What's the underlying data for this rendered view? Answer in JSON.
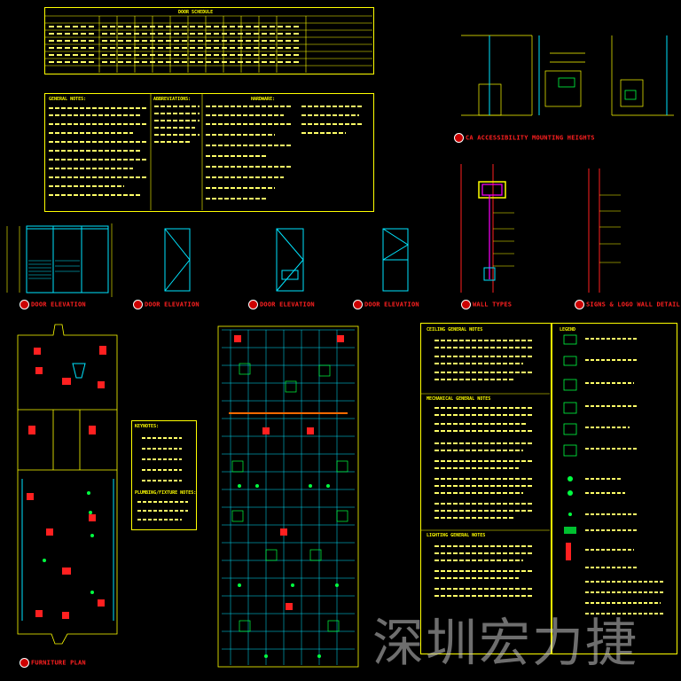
{
  "sheet": {
    "door_schedule_title": "DOOR SCHEDULE",
    "general_notes_title": "GENERAL NOTES:",
    "abbreviations_title": "ABBREVIATIONS:",
    "hardware_title": "HARDWARE:",
    "ada_title": "CA ACCESSIBILITY MOUNTING HEIGHTS",
    "door_elev_1": "DOOR ELEVATION",
    "door_elev_2": "DOOR ELEVATION",
    "door_elev_3": "DOOR ELEVATION",
    "door_elev_4": "DOOR ELEVATION",
    "wall_types": "WALL TYPES",
    "wall_detail": "SIGNS & LOGO WALL DETAIL",
    "furniture_plan": "FURNITURE PLAN",
    "ceiling_notes_title": "CEILING GENERAL NOTES",
    "mechanical_notes_title": "MECHANICAL GENERAL NOTES",
    "lighting_notes_title": "LIGHTING GENERAL NOTES",
    "legend_title": "LEGEND",
    "keys_title": "KEYNOTES:",
    "fixture_notes_title": "PLUMBING/FIXTURE NOTES:",
    "watermark": "深圳宏力捷"
  },
  "colors": {
    "background": "#000000",
    "linework": "#ffff00",
    "titles": "#ff2020",
    "walls": "#00e5ff",
    "grid": "#00e5ff",
    "fixtures": "#ff2020",
    "devices": "#00ff40"
  },
  "icons": [
    "title-bubble-icon",
    "door-leaf-icon",
    "wall-section-icon",
    "light-fixture-icon"
  ]
}
